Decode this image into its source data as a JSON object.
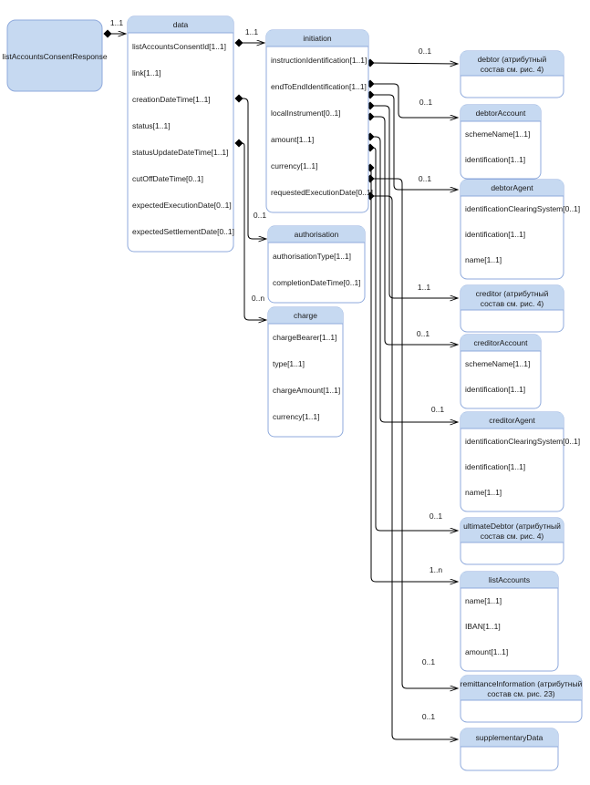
{
  "diagram": {
    "kind": "uml-class-diagram",
    "background": "#ffffff",
    "colors": {
      "header_fill": "#c6d9f1",
      "body_fill": "#ffffff",
      "root_fill": "#c6d9f1",
      "border": "#8faadc",
      "line": "#000000",
      "text": "#1a1a1a"
    }
  },
  "root": {
    "name": "listAccountsConsentResponse",
    "label": "listAccountsConsentResponse"
  },
  "classes": [
    {
      "id": "data",
      "title": "data",
      "attributes": [
        "listAccountsConsentId[1..1]",
        "link[1..1]",
        "creationDateTime[1..1]",
        "status[1..1]",
        "statusUpdateDateTime[1..1]",
        "cutOffDateTime[0..1]",
        "expectedExecutionDate[0..1]",
        "expectedSettlementDate[0..1]"
      ]
    },
    {
      "id": "initiation",
      "title": "initiation",
      "attributes": [
        "instructionIdentification[1..1]",
        "endToEndIdentification[1..1]",
        "localInstrument[0..1]",
        "amount[1..1]",
        "currency[1..1]",
        "requestedExecutionDate[0..1]"
      ]
    },
    {
      "id": "authorisation",
      "title": "authorisation",
      "attributes": [
        "authorisationType[1..1]",
        "completionDateTime[0..1]"
      ]
    },
    {
      "id": "charge",
      "title": "charge",
      "attributes": [
        "chargeBearer[1..1]",
        "type[1..1]",
        "chargeAmount[1..1]",
        "currency[1..1]"
      ]
    },
    {
      "id": "debtor",
      "title": "debtor (атрибутный",
      "title2": "состав см. рис. 4)",
      "attributes": []
    },
    {
      "id": "debtorAccount",
      "title": "debtorAccount",
      "attributes": [
        "schemeName[1..1]",
        "identification[1..1]"
      ]
    },
    {
      "id": "debtorAgent",
      "title": "debtorAgent",
      "attributes": [
        "identificationClearingSystem[0..1]",
        "identification[1..1]",
        "name[1..1]"
      ]
    },
    {
      "id": "creditor",
      "title": "creditor (атрибутный",
      "title2": "состав см. рис. 4)",
      "attributes": []
    },
    {
      "id": "creditorAccount",
      "title": "creditorAccount",
      "attributes": [
        "schemeName[1..1]",
        "identification[1..1]"
      ]
    },
    {
      "id": "creditorAgent",
      "title": "creditorAgent",
      "attributes": [
        "identificationClearingSystem[0..1]",
        "identification[1..1]",
        "name[1..1]"
      ]
    },
    {
      "id": "ultimateDebtor",
      "title": "ultimateDebtor (атрибутный",
      "title2": "состав см. рис. 4)",
      "attributes": []
    },
    {
      "id": "listAccounts",
      "title": "listAccounts",
      "attributes": [
        "name[1..1]",
        "IBAN[1..1]",
        "amount[1..1]"
      ]
    },
    {
      "id": "remittanceInformation",
      "title": "remittanceInformation (атрибутный",
      "title2": "состав см. рис. 23)",
      "attributes": []
    },
    {
      "id": "supplementaryData",
      "title": "supplementaryData",
      "attributes": []
    }
  ],
  "relations": [
    {
      "from": "listAccountsConsentResponse",
      "to": "data",
      "multiplicity": "1..1"
    },
    {
      "from": "data",
      "to": "initiation",
      "multiplicity": "1..1"
    },
    {
      "from": "data",
      "to": "authorisation",
      "multiplicity": "0..1"
    },
    {
      "from": "data",
      "to": "charge",
      "multiplicity": "0..n"
    },
    {
      "from": "initiation",
      "to": "debtor",
      "multiplicity": "0..1"
    },
    {
      "from": "initiation",
      "to": "debtorAccount",
      "multiplicity": "0..1"
    },
    {
      "from": "initiation",
      "to": "debtorAgent",
      "multiplicity": "0..1"
    },
    {
      "from": "initiation",
      "to": "creditor",
      "multiplicity": "1..1"
    },
    {
      "from": "initiation",
      "to": "creditorAccount",
      "multiplicity": "0..1"
    },
    {
      "from": "initiation",
      "to": "creditorAgent",
      "multiplicity": "0..1"
    },
    {
      "from": "initiation",
      "to": "ultimateDebtor",
      "multiplicity": "0..1"
    },
    {
      "from": "initiation",
      "to": "listAccounts",
      "multiplicity": "1..n"
    },
    {
      "from": "initiation",
      "to": "remittanceInformation",
      "multiplicity": "0..1"
    },
    {
      "from": "initiation",
      "to": "supplementaryData",
      "multiplicity": "0..1"
    }
  ]
}
